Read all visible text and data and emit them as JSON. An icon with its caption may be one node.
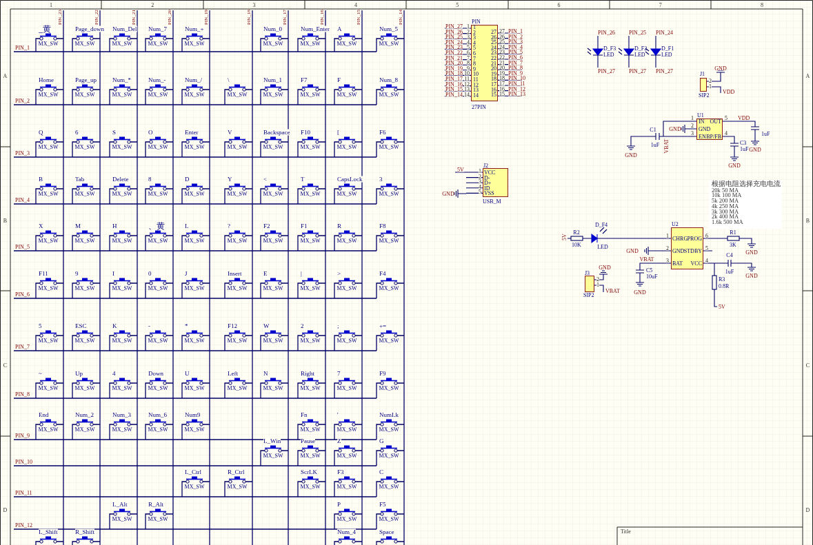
{
  "diagram": {
    "nodes": [
      {
        "text": [
          "_黄",
          "MX_SW"
        ]
      },
      {
        "text": [
          "Page_down",
          "MX_SW"
        ]
      },
      {
        "text": [
          "Num_Del",
          "MX_SW"
        ]
      },
      {
        "text": [
          "Num_7",
          "MX_SW"
        ]
      },
      {
        "text": [
          "Num_+",
          "MX_SW"
        ]
      },
      {
        "text": [
          "Num_0",
          "MX_SW"
        ]
      },
      {
        "text": [
          "Num_Enter",
          "MX_SW"
        ]
      },
      {
        "text": [
          "A",
          "MX_SW"
        ]
      },
      {
        "text": [
          "Num_5",
          "MX_SW"
        ]
      },
      {
        "text": [
          "Home",
          "MX_SW"
        ]
      },
      {
        "text": [
          "Page_up",
          "MX_SW"
        ]
      },
      {
        "text": [
          "Num_*",
          "MX_SW"
        ]
      },
      {
        "text": [
          "Num_-",
          "MX_SW"
        ]
      },
      {
        "text": [
          "Num_/",
          "MX_SW"
        ]
      },
      {
        "text": [
          "\\",
          "MX_SW"
        ]
      },
      {
        "text": [
          "Num_1",
          "MX_SW"
        ]
      },
      {
        "text": [
          "F7",
          "MX_SW"
        ]
      },
      {
        "text": [
          "F",
          "MX_SW"
        ]
      },
      {
        "text": [
          "Num_8",
          "MX_SW"
        ]
      },
      {
        "text": [
          "Q",
          "MX_SW"
        ]
      },
      {
        "text": [
          "6",
          "MX_SW"
        ]
      },
      {
        "text": [
          "S",
          "MX_SW"
        ]
      },
      {
        "text": [
          "O",
          "MX_SW"
        ]
      },
      {
        "text": [
          "Enter",
          "MX_SW"
        ]
      },
      {
        "text": [
          "V",
          "MX_SW"
        ]
      },
      {
        "text": [
          "Backspace",
          "MX_SW"
        ]
      },
      {
        "text": [
          "F10",
          "MX_SW"
        ]
      },
      {
        "text": [
          "[",
          "MX_SW"
        ]
      },
      {
        "text": [
          "F6",
          "MX_SW"
        ]
      },
      {
        "text": [
          "B",
          "MX_SW"
        ]
      },
      {
        "text": [
          "Tab",
          "MX_SW"
        ]
      },
      {
        "text": [
          "Delete",
          "MX_SW"
        ]
      },
      {
        "text": [
          "8",
          "MX_SW"
        ]
      },
      {
        "text": [
          "D",
          "MX_SW"
        ]
      },
      {
        "text": [
          "Y",
          "MX_SW"
        ]
      },
      {
        "text": [
          "<",
          "MX_SW"
        ]
      },
      {
        "text": [
          "T",
          "MX_SW"
        ]
      },
      {
        "text": [
          "CapsLock",
          "MX_SW"
        ]
      },
      {
        "text": [
          "3",
          "MX_SW"
        ]
      },
      {
        "text": [
          "X",
          "MX_SW"
        ]
      },
      {
        "text": [
          "M",
          "MX_SW"
        ]
      },
      {
        "text": [
          "H",
          "MX_SW"
        ]
      },
      {
        "text": [
          "、黄",
          "MX_SW"
        ]
      },
      {
        "text": [
          "L",
          "MX_SW"
        ]
      },
      {
        "text": [
          "?",
          "MX_SW"
        ]
      },
      {
        "text": [
          "F2",
          "MX_SW"
        ]
      },
      {
        "text": [
          "F1",
          "MX_SW"
        ]
      },
      {
        "text": [
          "R",
          "MX_SW"
        ]
      },
      {
        "text": [
          "F8",
          "MX_SW"
        ]
      },
      {
        "text": [
          "F11",
          "MX_SW"
        ]
      },
      {
        "text": [
          "9",
          "MX_SW"
        ]
      },
      {
        "text": [
          "I",
          "MX_SW"
        ]
      },
      {
        "text": [
          "0",
          "MX_SW"
        ]
      },
      {
        "text": [
          "J",
          "MX_SW"
        ]
      },
      {
        "text": [
          "Insert",
          "MX_SW"
        ]
      },
      {
        "text": [
          "E",
          "MX_SW"
        ]
      },
      {
        "text": [
          "|",
          "MX_SW"
        ]
      },
      {
        "text": [
          ">",
          "MX_SW"
        ]
      },
      {
        "text": [
          "F4",
          "MX_SW"
        ]
      },
      {
        "text": [
          "5",
          "MX_SW"
        ]
      },
      {
        "text": [
          "ESC",
          "MX_SW"
        ]
      },
      {
        "text": [
          "K",
          "MX_SW"
        ]
      },
      {
        "text": [
          "-",
          "MX_SW"
        ]
      },
      {
        "text": [
          "*",
          "MX_SW"
        ]
      },
      {
        "text": [
          "F12",
          "MX_SW"
        ]
      },
      {
        "text": [
          "W",
          "MX_SW"
        ]
      },
      {
        "text": [
          "2",
          "MX_SW"
        ]
      },
      {
        "text": [
          ";",
          "MX_SW"
        ]
      },
      {
        "text": [
          "+=",
          "MX_SW"
        ]
      },
      {
        "text": [
          "~",
          "MX_SW"
        ]
      },
      {
        "text": [
          "Up",
          "MX_SW"
        ]
      },
      {
        "text": [
          "4",
          "MX_SW"
        ]
      },
      {
        "text": [
          "Down",
          "MX_SW"
        ]
      },
      {
        "text": [
          "U",
          "MX_SW"
        ]
      },
      {
        "text": [
          "Left",
          "MX_SW"
        ]
      },
      {
        "text": [
          "N",
          "MX_SW"
        ]
      },
      {
        "text": [
          "Right",
          "MX_SW"
        ]
      },
      {
        "text": [
          "7",
          "MX_SW"
        ]
      },
      {
        "text": [
          "F9",
          "MX_SW"
        ]
      },
      {
        "text": [
          "End",
          "MX_SW"
        ]
      },
      {
        "text": [
          "Num_2",
          "MX_SW"
        ]
      },
      {
        "text": [
          "Num_3",
          "MX_SW"
        ]
      },
      {
        "text": [
          "Num_6",
          "MX_SW"
        ]
      },
      {
        "text": [
          "Num9",
          "MX_SW"
        ]
      },
      {
        "text": [
          "Fn",
          "MX_SW"
        ]
      },
      {
        "text": [
          "'",
          "MX_SW"
        ]
      },
      {
        "text": [
          "NumLk",
          "MX_SW"
        ]
      },
      {
        "text": [
          "L_Win",
          "MX_SW"
        ]
      },
      {
        "text": [
          "Pause",
          "MX_SW"
        ]
      },
      {
        "text": [
          "Z",
          "MX_SW"
        ]
      },
      {
        "text": [
          "G",
          "MX_SW"
        ]
      },
      {
        "text": [
          "L_Ctrl",
          "MX_SW"
        ]
      },
      {
        "text": [
          "R_Ctrl",
          "MX_SW"
        ]
      },
      {
        "text": [
          "ScrLK",
          "MX_SW"
        ]
      },
      {
        "text": [
          "F3",
          "MX_SW"
        ]
      },
      {
        "text": [
          "C",
          "MX_SW"
        ]
      },
      {
        "text": [
          "L_Alt",
          "MX_SW"
        ]
      },
      {
        "text": [
          "R_Alt",
          "MX_SW"
        ]
      },
      {
        "text": [
          "P",
          "MX_SW"
        ]
      },
      {
        "text": [
          "F5",
          "MX_SW"
        ]
      },
      {
        "text": [
          "L_Shift"
        ]
      },
      {
        "text": [
          "R_Shift"
        ]
      },
      {
        "text": [
          "Num_4"
        ]
      },
      {
        "text": [
          "Space"
        ]
      },
      {
        "text": [
          "PIN",
          "1",
          "2",
          "3",
          "4",
          "5",
          "6",
          "7",
          "8",
          "9",
          "10",
          "11",
          "12",
          "13",
          "14",
          "27",
          "26",
          "25",
          "24",
          "23",
          "22",
          "21",
          "20",
          "19",
          "18",
          "17",
          "16",
          "15",
          "27PIN"
        ]
      },
      {
        "text": [
          "J1",
          "SIP2"
        ]
      },
      {
        "text": [
          "U1",
          "IN",
          "GND",
          "EN",
          "OUT",
          "BP/FB"
        ]
      },
      {
        "text": [
          "J2",
          "VCC",
          "D-",
          "D+",
          "ID",
          "VSS",
          "USB_M"
        ]
      },
      {
        "text": [
          "U2",
          "CHRG",
          "GND",
          "BAT",
          "PROG",
          "STDBY",
          "VCC"
        ]
      },
      {
        "text": [
          "J3",
          "SIP2"
        ]
      },
      {
        "text": [
          "根据电阻选择充电电流",
          "20k 50 MA",
          "10k 100 MA",
          "5k 200 MA",
          "4k 250 MA",
          "3k 300 MA",
          "2k 400 MA",
          "1.6k 500 MA"
        ]
      }
    ],
    "labels": [
      "1",
      "2",
      "3",
      "4",
      "5",
      "6",
      "7",
      "8",
      "A",
      "B",
      "C",
      "D",
      "A",
      "B",
      "C",
      "D",
      "PIN_23",
      "PIN_22",
      "PIN_21",
      "PIN_20",
      "PIN_19",
      "PIN_18",
      "PIN_17",
      "PIN_16",
      "PIN_15",
      "PIN_14",
      "PIN_1",
      "PIN_2",
      "PIN_3",
      "PIN_4",
      "PIN_5",
      "PIN_6",
      "PIN_7",
      "PIN_8",
      "PIN_9",
      "PIN_10",
      "PIN_11",
      "PIN_12",
      "PIN_27",
      "1",
      "PIN_26",
      "2",
      "PIN_25",
      "3",
      "PIN_24",
      "4",
      "PIN_23",
      "5",
      "PIN_22",
      "6",
      "PIN_21",
      "7",
      "PIN_20",
      "8",
      "PIN_19",
      "9",
      "PIN_18",
      "10",
      "PIN_17",
      "11",
      "PIN_16",
      "12",
      "PIN_15",
      "13",
      "PIN_14",
      "14",
      "27",
      "PIN_1",
      "26",
      "PIN_2",
      "25",
      "PIN_3",
      "24",
      "PIN_4",
      "23",
      "PIN_5",
      "22",
      "PIN_6",
      "21",
      "PIN_7",
      "20",
      "PIN_8",
      "19",
      "PIN_9",
      "18",
      "PIN_10",
      "17",
      "PIN_11",
      "16",
      "PIN_12",
      "15",
      "PIN_13",
      "PIN_26",
      "D_F3",
      "LED",
      "PIN_27",
      "PIN_25",
      "D_F2",
      "LED",
      "PIN_27",
      "PIN_24",
      "D_F1",
      "LED",
      "PIN_27",
      "GND",
      "2",
      "1",
      "VDD",
      "1",
      "2",
      "3",
      "5",
      "4",
      "VDD",
      "C1",
      "GND",
      "1uF",
      "VBAT",
      "GND",
      "1uF",
      "GND",
      "C3",
      "1uF",
      "GND",
      "5V",
      "1",
      "2",
      "3",
      "4",
      "5",
      "GND",
      "5V",
      "R2",
      "10K",
      "D_F4",
      "LED",
      "1",
      "2",
      "3",
      "6",
      "5",
      "4",
      "GND",
      "VBAT",
      "C5",
      "10uF",
      "GND",
      "R1",
      "3K",
      "GND",
      "C4",
      "1uF",
      "GND",
      "R3",
      "0.8R",
      "5V",
      "GND",
      "2",
      "1",
      "VBAT",
      "Title"
    ]
  }
}
